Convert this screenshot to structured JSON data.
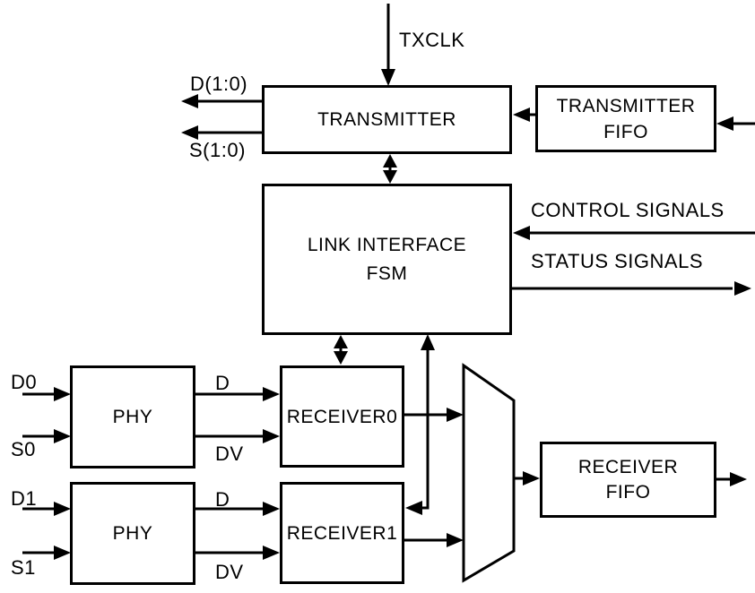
{
  "blocks": {
    "transmitter": {
      "label": "TRANSMITTER"
    },
    "transmitter_fifo": {
      "line1": "TRANSMITTER",
      "line2": "FIFO"
    },
    "link_interface_fsm": {
      "line1": "LINK INTERFACE",
      "line2": "FSM"
    },
    "phy0": {
      "label": "PHY"
    },
    "receiver0": {
      "label": "RECEIVER0"
    },
    "phy1": {
      "label": "PHY"
    },
    "receiver1": {
      "label": "RECEIVER1"
    },
    "receiver_fifo": {
      "line1": "RECEIVER",
      "line2": "FIFO"
    },
    "mux": {
      "shape": "trapezoid-mux"
    }
  },
  "signal_labels": {
    "txclk": "TXCLK",
    "d_bus": "D(1:0)",
    "s_bus": "S(1:0)",
    "control": "CONTROL SIGNALS",
    "status": "STATUS SIGNALS",
    "d0": "D0",
    "s0": "S0",
    "d1": "D1",
    "s1": "S1",
    "phy0_d": "D",
    "phy0_dv": "DV",
    "phy1_d": "D",
    "phy1_dv": "DV"
  },
  "colors": {
    "line": "#000000",
    "background": "#ffffff",
    "text": "#000000"
  }
}
